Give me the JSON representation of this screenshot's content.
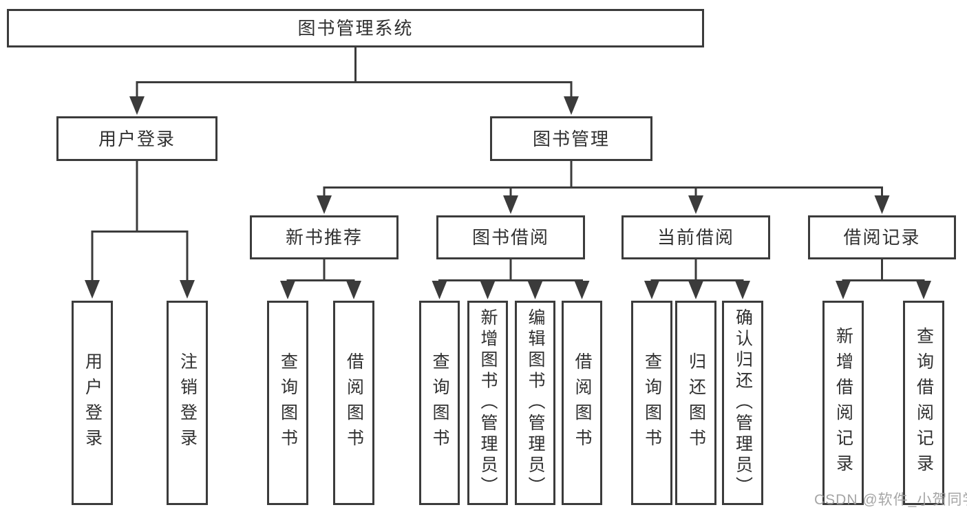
{
  "diagram": {
    "root": "图书管理系统",
    "login": {
      "label": "用户登录",
      "children": [
        "用户登录",
        "注销登录"
      ]
    },
    "management": {
      "label": "图书管理",
      "groups": [
        {
          "label": "新书推荐",
          "children": [
            "查询图书",
            "借阅图书"
          ]
        },
        {
          "label": "图书借阅",
          "children": [
            "查询图书",
            "新增图书（管理员）",
            "编辑图书（管理员）",
            "借阅图书"
          ]
        },
        {
          "label": "当前借阅",
          "children": [
            "查询图书",
            "归还图书",
            "确认归还（管理员）"
          ]
        },
        {
          "label": "借阅记录",
          "children": [
            "新增借阅记录",
            "查询借阅记录"
          ]
        }
      ]
    }
  },
  "watermark": "CSDN @软件_小贺同学",
  "colors": {
    "line": "#3b3b3b",
    "text": "#303030",
    "background": "#ffffff",
    "watermark": "#9e9e9e"
  }
}
